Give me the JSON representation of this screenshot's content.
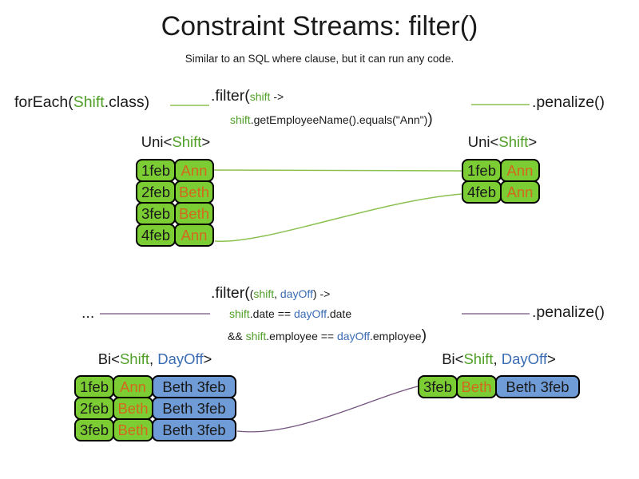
{
  "title": "Constraint Streams: filter()",
  "subtitle": "Similar to an SQL where clause, but it can run any code.",
  "colors": {
    "box_green": "#7ccd33",
    "box_blue": "#6f9bd6",
    "text_green": "#50a028",
    "text_blue": "#3a6cb4",
    "text_orange": "#d2691e",
    "line_green": "#8cc152",
    "line_purple": "#74537f"
  },
  "code_top": {
    "foreach": {
      "t0": "forEach(",
      "t1": "Shift",
      "t2": ".class)"
    },
    "filter_l1": {
      "t0": ".filter(",
      "t1": "shift",
      "t2": " ->"
    },
    "filter_l2": {
      "t0": "shift",
      "t1": ".getEmployeeName().equals(\"Ann\")",
      "t2": ")"
    },
    "penalize": ".penalize()"
  },
  "code_mid": {
    "dots": "...",
    "filter_l1": {
      "t0": ".filter(",
      "t1": "(",
      "t2": "shift",
      "t3": ", ",
      "t4": "dayOff",
      "t5": ") ->"
    },
    "filter_l2": {
      "t0": "shift",
      "t1": ".date == ",
      "t2": "dayOff",
      "t3": ".date"
    },
    "filter_l3": {
      "t0": "&& ",
      "t1": "shift",
      "t2": ".employee == ",
      "t3": "dayOff",
      "t4": ".employee",
      "t5": ")"
    },
    "penalize": ".penalize()"
  },
  "uni_label": {
    "t0": "Uni<",
    "t1": "Shift",
    "t2": ">"
  },
  "bi_label": {
    "t0": "Bi<",
    "t1": "Shift",
    "t2": ", ",
    "t3": "DayOff",
    "t4": ">"
  },
  "tables": {
    "uni_left": {
      "rows": [
        {
          "date": "1feb",
          "name": "Ann"
        },
        {
          "date": "2feb",
          "name": "Beth"
        },
        {
          "date": "3feb",
          "name": "Beth"
        },
        {
          "date": "4feb",
          "name": "Ann"
        }
      ]
    },
    "uni_right": {
      "rows": [
        {
          "date": "1feb",
          "name": "Ann"
        },
        {
          "date": "4feb",
          "name": "Ann"
        }
      ]
    },
    "bi_left": {
      "rows": [
        {
          "date": "1feb",
          "name": "Ann",
          "dayoff": "Beth 3feb"
        },
        {
          "date": "2feb",
          "name": "Beth",
          "dayoff": "Beth 3feb"
        },
        {
          "date": "3feb",
          "name": "Beth",
          "dayoff": "Beth 3feb"
        }
      ]
    },
    "bi_right": {
      "rows": [
        {
          "date": "3feb",
          "name": "Beth",
          "dayoff": "Beth 3feb"
        }
      ]
    }
  }
}
